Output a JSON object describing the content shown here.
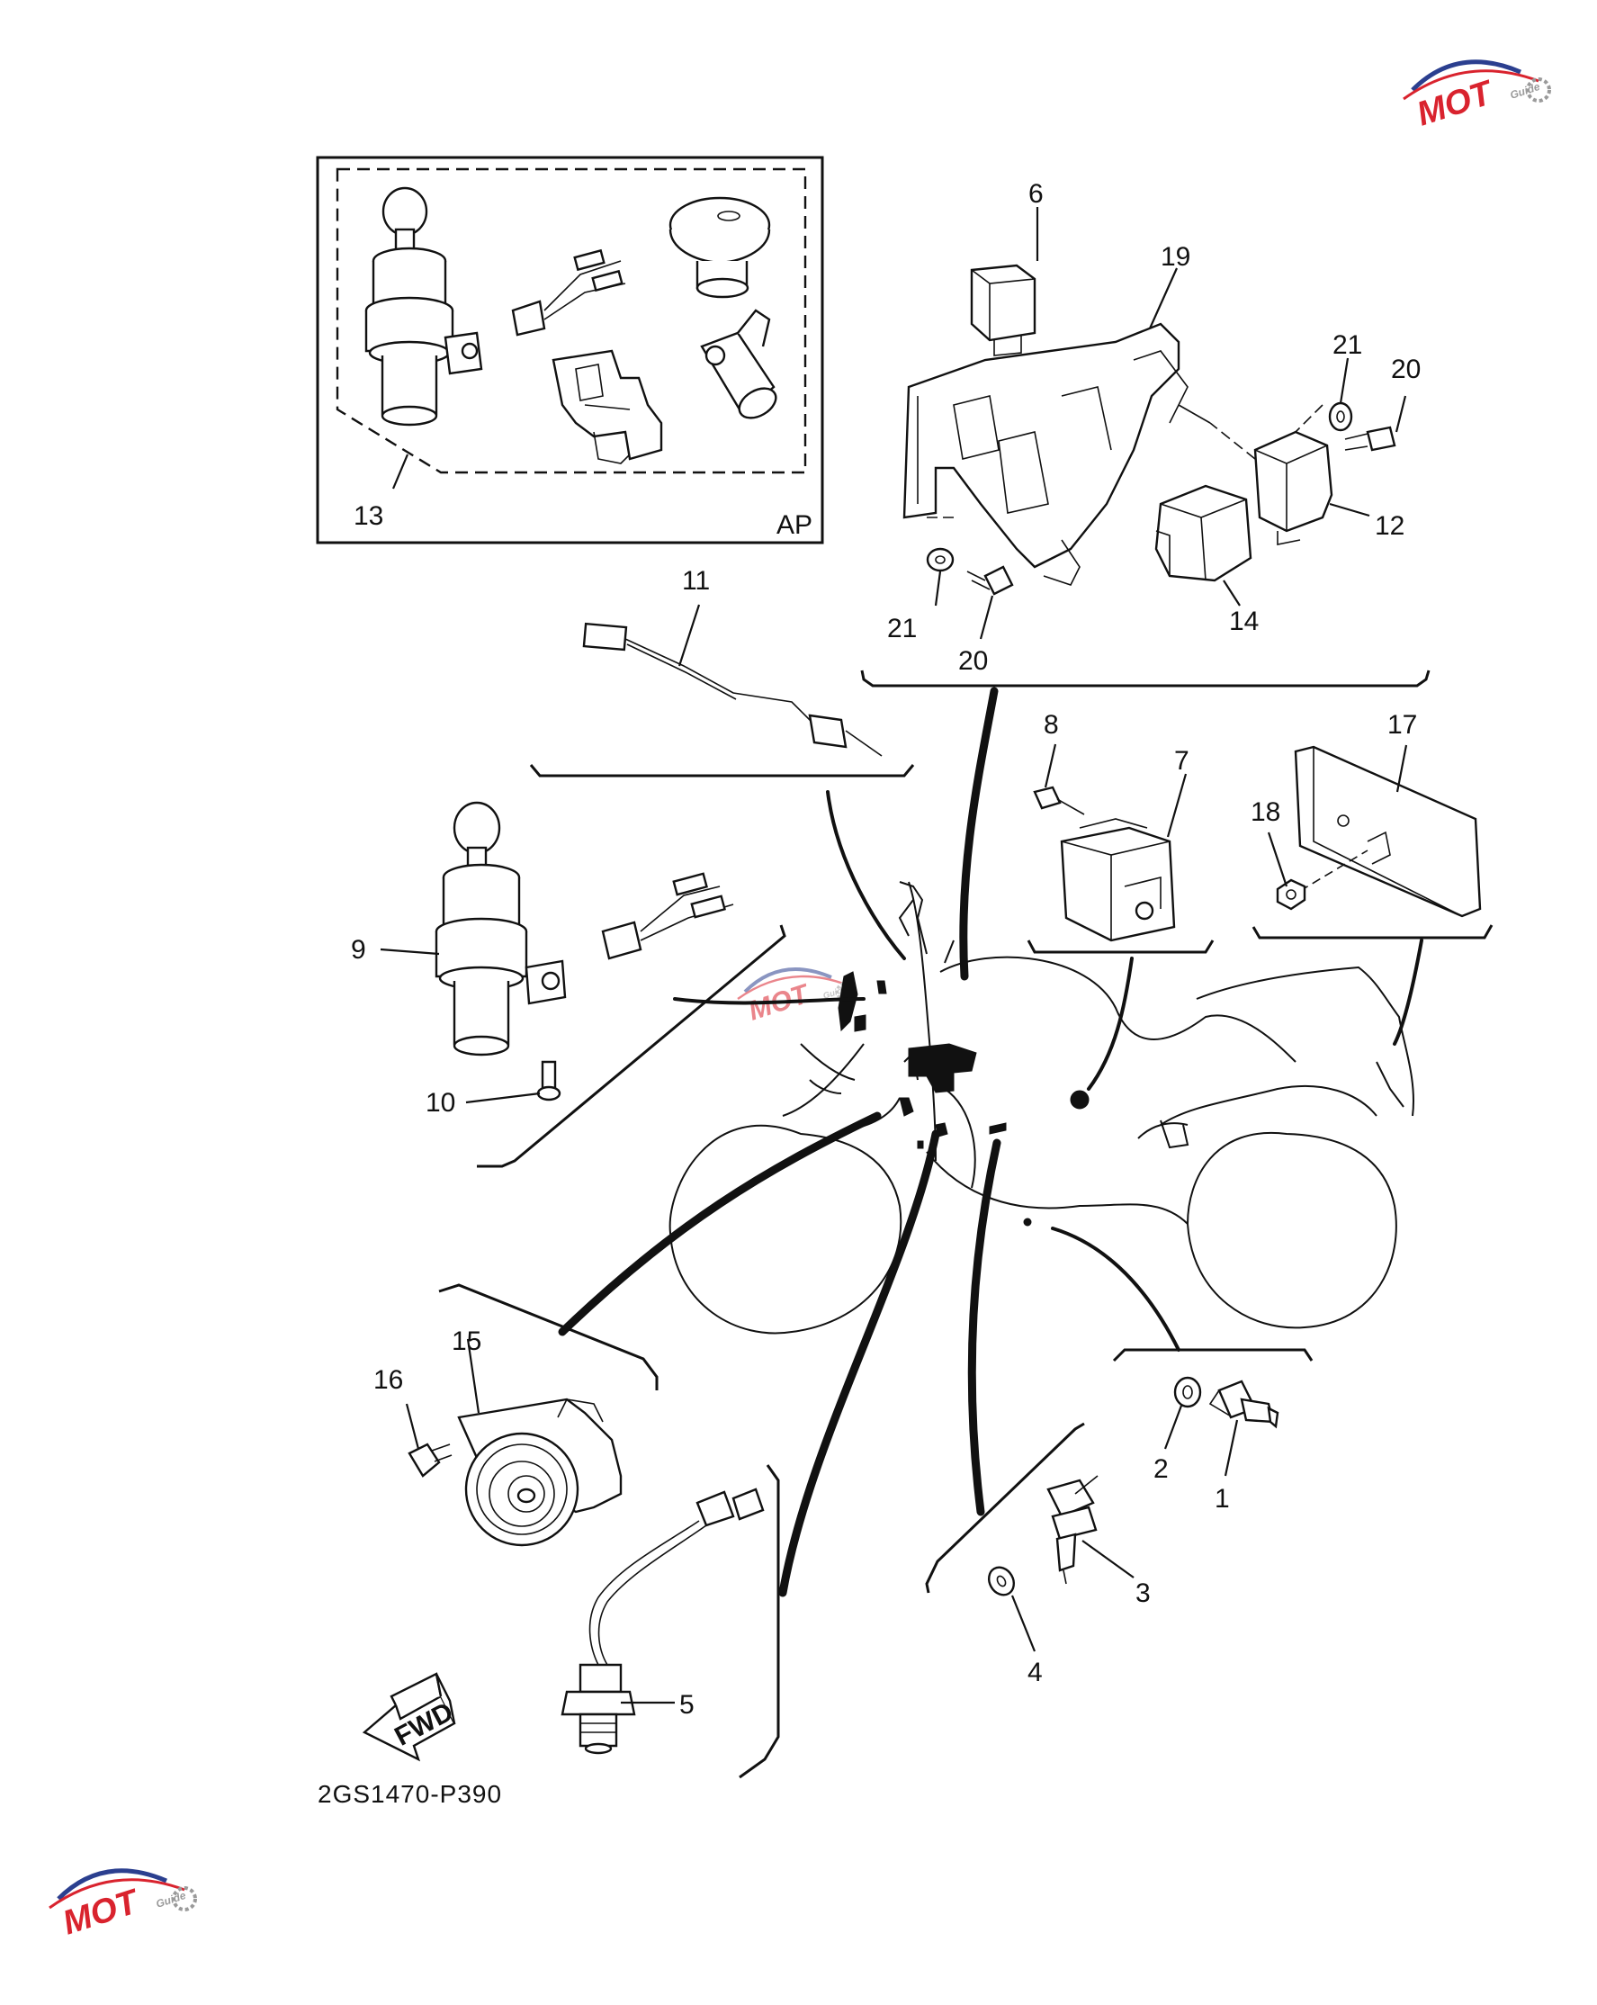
{
  "diagram": {
    "code": "2GS1470-P390",
    "inset_tag": "AP",
    "fwd_label": "FWD",
    "callouts": [
      {
        "id": "c1",
        "text": "1"
      },
      {
        "id": "c2",
        "text": "2"
      },
      {
        "id": "c3",
        "text": "3"
      },
      {
        "id": "c4",
        "text": "4"
      },
      {
        "id": "c5",
        "text": "5"
      },
      {
        "id": "c6",
        "text": "6"
      },
      {
        "id": "c7",
        "text": "7"
      },
      {
        "id": "c8",
        "text": "8"
      },
      {
        "id": "c9",
        "text": "9"
      },
      {
        "id": "c10",
        "text": "10"
      },
      {
        "id": "c11",
        "text": "11"
      },
      {
        "id": "c12",
        "text": "12"
      },
      {
        "id": "c13",
        "text": "13"
      },
      {
        "id": "c14",
        "text": "14"
      },
      {
        "id": "c15",
        "text": "15"
      },
      {
        "id": "c16",
        "text": "16"
      },
      {
        "id": "c17",
        "text": "17"
      },
      {
        "id": "c18",
        "text": "18"
      },
      {
        "id": "c19",
        "text": "19"
      },
      {
        "id": "c20a",
        "text": "20"
      },
      {
        "id": "c20b",
        "text": "20"
      },
      {
        "id": "c21a",
        "text": "21"
      },
      {
        "id": "c21b",
        "text": "21"
      }
    ]
  },
  "watermark": {
    "logo_text": "MOT",
    "sub_text": "Guide",
    "colors": {
      "red": "#d9232e",
      "blue": "#2b3f8f",
      "gray": "#9a9a9a"
    }
  }
}
